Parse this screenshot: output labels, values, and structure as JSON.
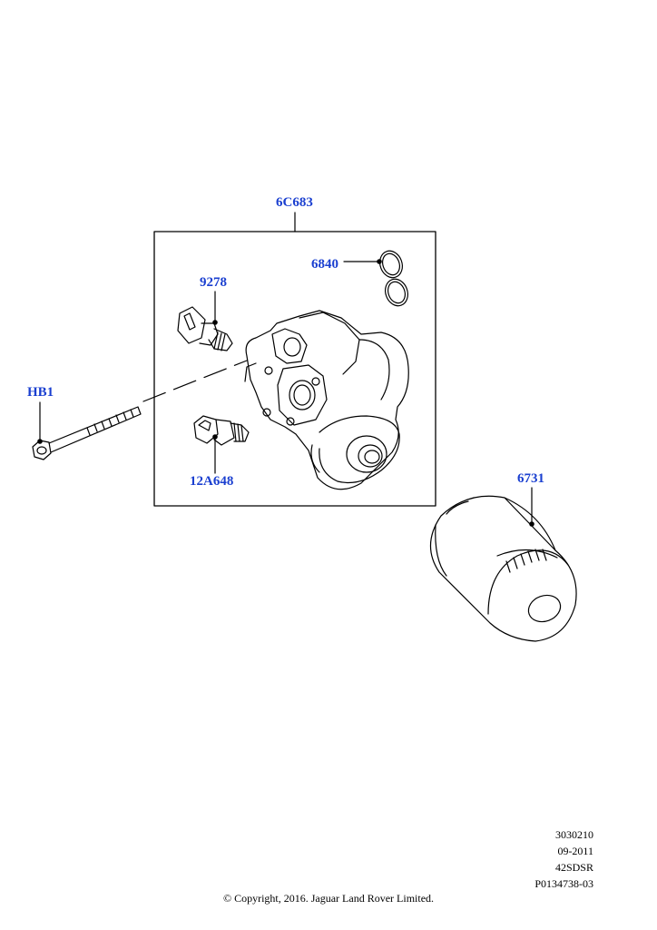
{
  "callouts": {
    "housing": "6C683",
    "oring": "6840",
    "pressure_switch": "9278",
    "bolt": "HB1",
    "temp_sensor": "12A648",
    "filter": "6731"
  },
  "colors": {
    "callout": "#1a3fd0",
    "line": "#000000"
  },
  "ref_codes": [
    "3030210",
    "09-2011",
    "42SDSR",
    "P0134738-03"
  ],
  "copyright": "© Copyright, 2016. Jaguar Land Rover Limited."
}
